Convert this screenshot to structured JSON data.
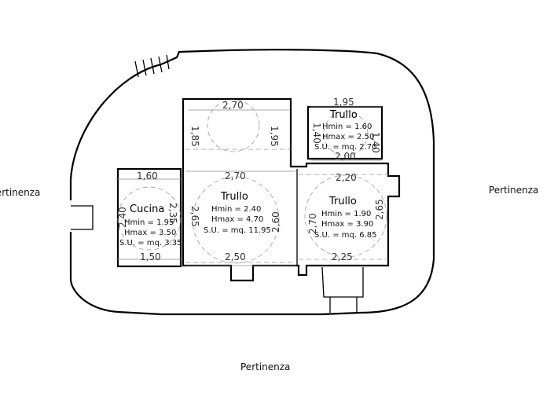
{
  "surroundings": {
    "left": "Pertinenza",
    "right": "Pertinenza",
    "bottom": "Pertinenza"
  },
  "rooms": {
    "cucina": {
      "name": "Cucina",
      "hmin": "Hmin = 1.95",
      "hmax": "Hmax = 3.50",
      "su": "S.U. = mq. 3.35",
      "dim_top": "1,60",
      "dim_bottom": "1,50",
      "dim_left": "2,40",
      "dim_right": "2,35"
    },
    "trullo_upper": {
      "dim_top": "2,70",
      "dim_left": "1,85",
      "dim_right": "1,95"
    },
    "trullo_center": {
      "name": "Trullo",
      "hmin": "Hmin = 2.40",
      "hmax": "Hmax = 4.70",
      "su": "S.U. = mq. 11.95",
      "dim_top": "2,70",
      "dim_bottom": "2,50",
      "dim_left": "2,65",
      "dim_right": "2,60"
    },
    "trullo_small": {
      "name": "Trullo",
      "hmin": "Hmin = 1.60",
      "hmax": "Hmax = 2.50",
      "su": "S.U. = mq. 2.70",
      "dim_top": "1,95",
      "dim_bottom": "2,00",
      "dim_left": "1,40",
      "dim_right": "1,40"
    },
    "trullo_right": {
      "name": "Trullo",
      "hmin": "Hmin = 1.90",
      "hmax": "Hmax = 3.90",
      "su": "S.U. = mq. 6.85",
      "dim_top": "2,20",
      "dim_bottom": "2,25",
      "dim_left": "2,70",
      "dim_right": "2,65"
    }
  }
}
